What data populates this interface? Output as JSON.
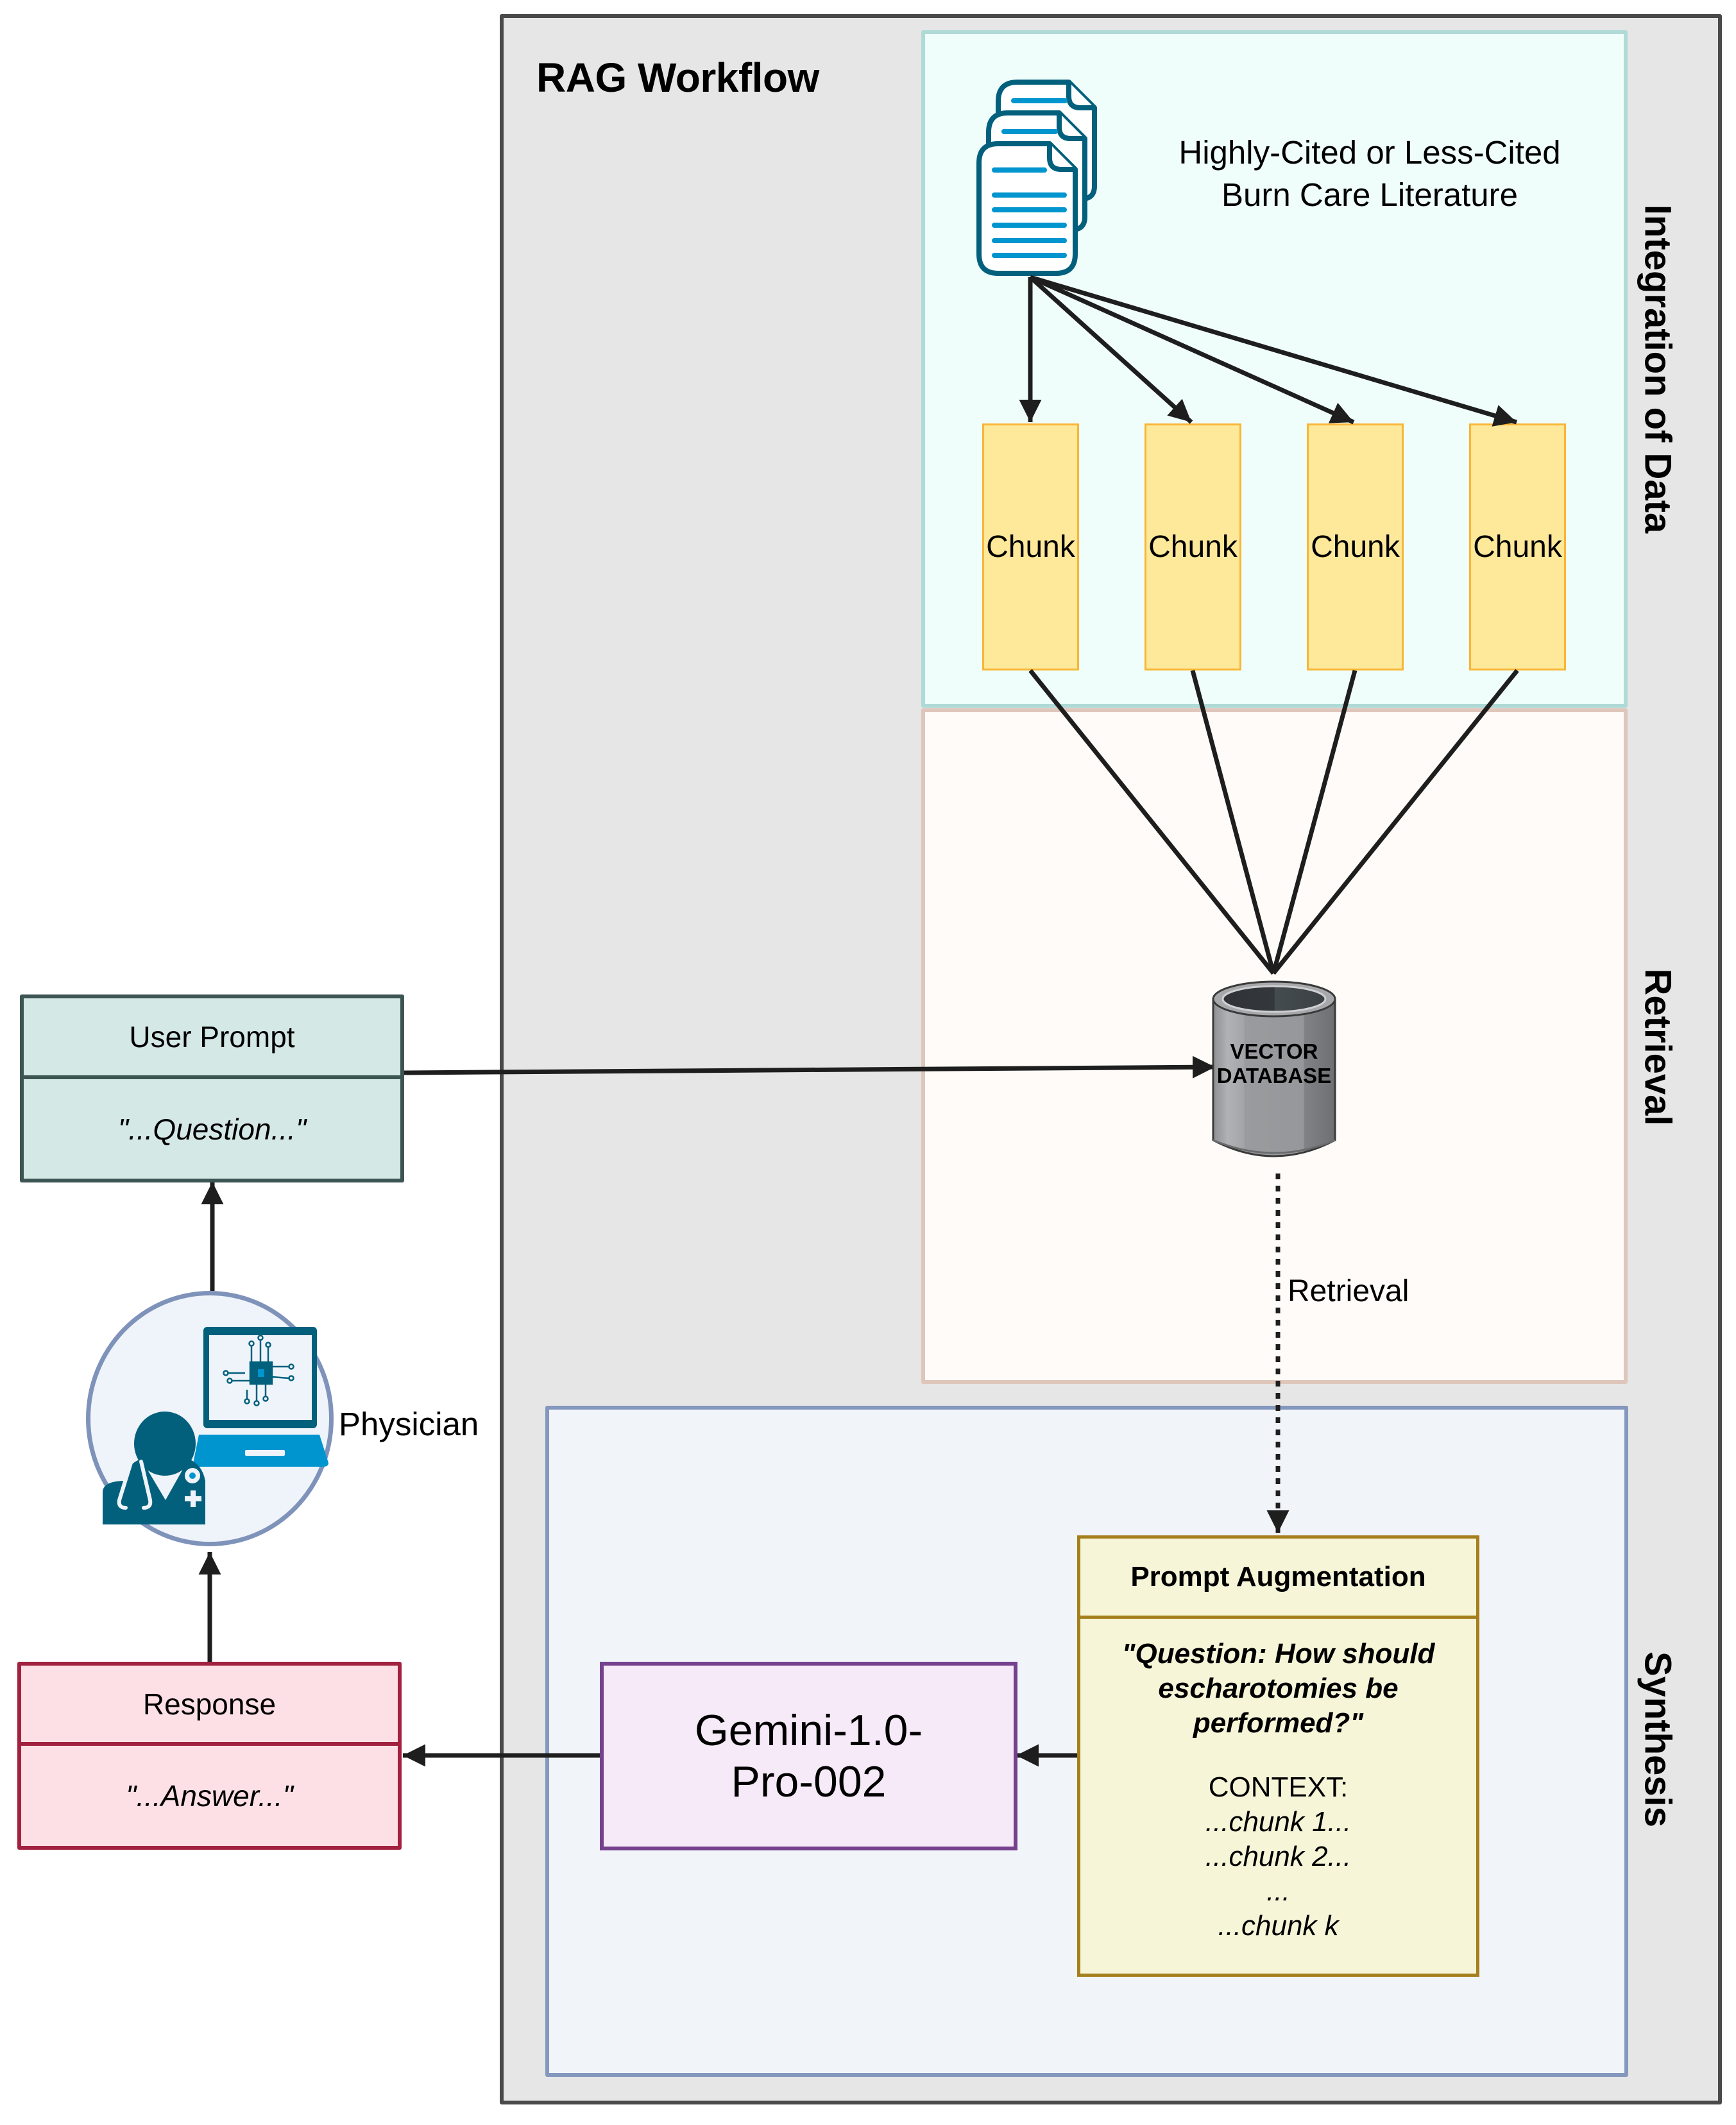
{
  "workflow": {
    "title": "RAG Workflow",
    "sections": {
      "integration": "Integration of Data",
      "retrieval": "Retrieval",
      "synthesis": "Synthesis"
    }
  },
  "literature": {
    "icon": "documents-stack-icon",
    "line1": "Highly-Cited or Less-Cited",
    "line2": "Burn Care Literature"
  },
  "chunks": [
    "Chunk",
    "Chunk",
    "Chunk",
    "Chunk"
  ],
  "vector_db": {
    "icon": "database-cylinder-icon",
    "line1": "VECTOR",
    "line2": "DATABASE"
  },
  "retrieval_edge_label": "Retrieval",
  "user_prompt": {
    "header": "User Prompt",
    "body": "\"...Question...\""
  },
  "physician": {
    "icon": "physician-laptop-icon",
    "label": "Physician"
  },
  "response": {
    "header": "Response",
    "body": "\"...Answer...\""
  },
  "model": {
    "line1": "Gemini-1.0-",
    "line2": "Pro-002"
  },
  "prompt_augmentation": {
    "header": "Prompt Augmentation",
    "question_lines": [
      "\"Question: How should",
      "escharotomies be",
      "performed?\""
    ],
    "context_label": "CONTEXT:",
    "context_lines": [
      "...chunk 1...",
      "...chunk 2...",
      "...",
      "...chunk k"
    ]
  },
  "colors": {
    "frame": "#4a4a4a",
    "frame_bg": "#e6e6e6",
    "integration_bg": "#f0fefb",
    "retrieval_bg": "#fefbf8",
    "synthesis_bg": "#f1f5fa",
    "chunk_fill": "#fee89a",
    "chunk_border": "#f9b534",
    "icon_dark": "#02607d",
    "icon_light": "#0095cf",
    "user_prompt_bg": "#d4e8e5",
    "response_bg": "#fde0e6",
    "model_bg": "#f6e9f8",
    "prompt_aug_bg": "#f6f5d8"
  }
}
